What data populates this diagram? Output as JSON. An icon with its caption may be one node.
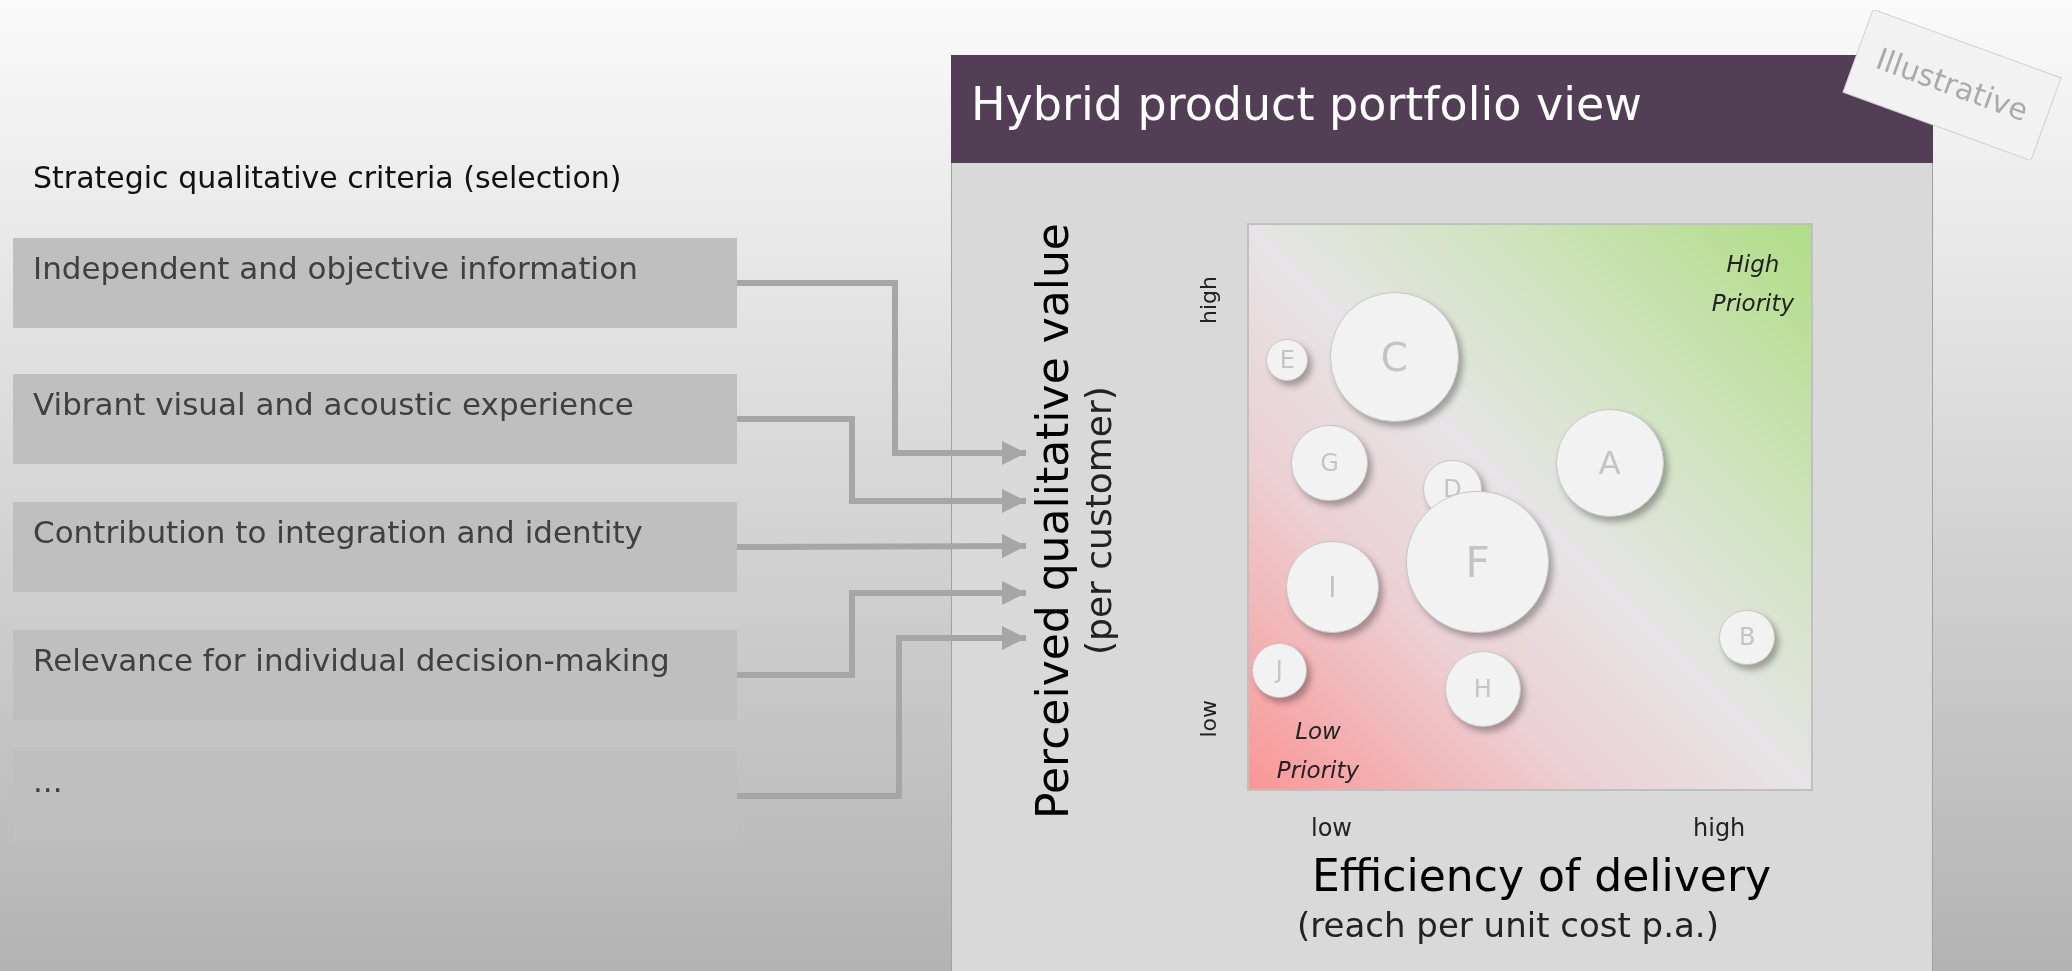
{
  "diagram": {
    "nodes": [
      {
        "text": [
          "Independent and objective information"
        ]
      },
      {
        "text": [
          "Vibrant visual and acoustic experience"
        ]
      },
      {
        "text": [
          "Contribution to integration and identity"
        ]
      },
      {
        "text": [
          "Relevance for individual decision-making"
        ]
      },
      {
        "text": [
          "..."
        ]
      },
      {
        "text": [
          "Hybrid product portfolio view"
        ]
      },
      {
        "text": [
          "Perceived qualitative value",
          "(per customer)"
        ],
        "in": 5
      },
      {
        "text": [],
        "shape": "box",
        "in": 5
      },
      {
        "text": [
          "C"
        ],
        "in": 7
      },
      {
        "text": [
          "E"
        ],
        "in": 7
      },
      {
        "text": [
          "G"
        ],
        "in": 7
      },
      {
        "text": [
          "A"
        ],
        "in": 7
      },
      {
        "text": [
          "D"
        ],
        "in": 7
      },
      {
        "text": [
          "F"
        ],
        "in": 7
      },
      {
        "text": [
          "I"
        ],
        "in": 7
      },
      {
        "text": [
          "B"
        ],
        "in": 7
      },
      {
        "text": [
          "J"
        ],
        "in": 7
      },
      {
        "text": [
          "H"
        ],
        "in": 7
      },
      {
        "text": [
          "Illustrative"
        ]
      }
    ],
    "edges": [
      {
        "from": 0,
        "to": 6,
        "arrow": "to"
      },
      {
        "from": 1,
        "to": 6,
        "arrow": "to"
      },
      {
        "from": 2,
        "to": 6,
        "arrow": "to"
      },
      {
        "from": 3,
        "to": 6,
        "arrow": "to"
      },
      {
        "from": 4,
        "to": 6,
        "arrow": "to"
      }
    ],
    "labels": [
      "Strategic qualitative criteria (selection)",
      "high",
      "low",
      "High Priority",
      "Low Priority",
      "low",
      "high",
      "Efficiency of delivery",
      "(reach per unit cost p.a.)"
    ]
  }
}
